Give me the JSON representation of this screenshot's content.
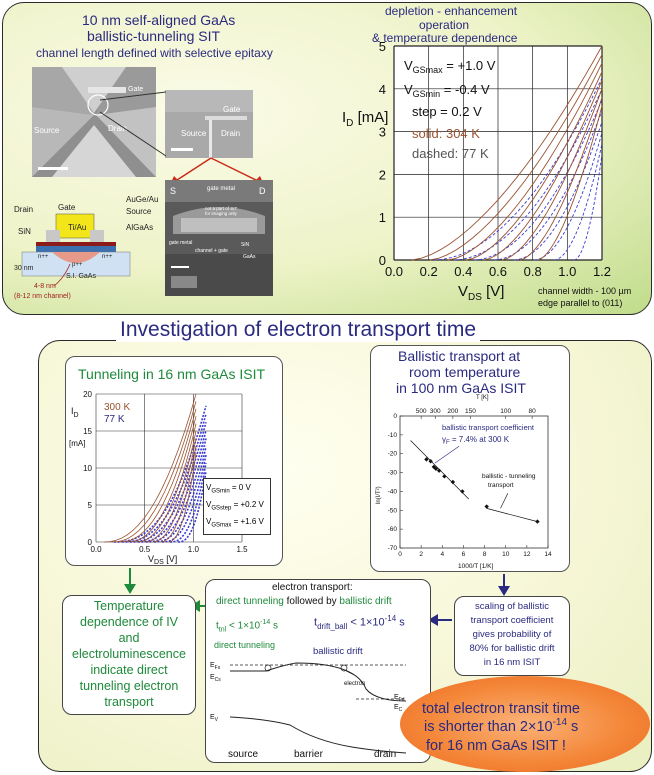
{
  "top": {
    "title_line1": "10 nm self-aligned GaAs",
    "title_line2": "ballistic-tunneling SIT",
    "title_line3": "channel length defined with selective epitaxy",
    "sem_labels": {
      "gate": "Gate",
      "source": "Source",
      "drain": "Drain",
      "s": "S",
      "d": "D",
      "gate_metal": "gate metal",
      "small_source": "Source",
      "small_drain": "Drain"
    },
    "structure": {
      "drain": "Drain",
      "gate": "Gate",
      "tiau": "Ti/Au",
      "auge": "AuGe/Au",
      "source": "Source",
      "sin": "SiN",
      "algaas": "AlGaAs",
      "n_left": "n++",
      "n_right": "n++",
      "p": "p++",
      "thick30": "30 nm",
      "si_gaas": "S.I. GaAs",
      "channel1": "4-8 nm",
      "channel2": "(8-12 nm channel)"
    },
    "sem_inner": {
      "note1": "not a part of SIT",
      "note2": "for imaging only",
      "gm": "gate metal",
      "cg": "channel + gate",
      "sin": "SiN",
      "gaas": "GaAs"
    }
  },
  "depletion": {
    "line1": "depletion - enhancement",
    "line2": "operation",
    "line3": "& temperature dependence"
  },
  "main_chart": {
    "ylabel_main": "I",
    "ylabel_sub": "D",
    "ylabel_unit": " [mA]",
    "xlabel_main": "V",
    "xlabel_sub": "DS",
    "xlabel_unit": "   [V]",
    "yticks": [
      "0",
      "1",
      "2",
      "3",
      "4",
      "5"
    ],
    "xticks": [
      "0.0",
      "0.2",
      "0.4",
      "0.6",
      "0.8",
      "1.0",
      "1.2"
    ],
    "leg_vgsmax": "V",
    "leg_vgsmax_sub": "GSmax",
    "leg_vgsmax_val": " = +1.0 V",
    "leg_vgsmin": "V",
    "leg_vgsmin_sub": "GSmin",
    "leg_vgsmin_val": " = -0.4 V",
    "leg_step": "step = 0.2 V",
    "leg_solid": "solid:  304 K",
    "leg_dashed": "dashed:  77 K",
    "note1": "channel width - 100 µm",
    "note2": "edge parallel to (011)"
  },
  "heading": "Investigation of electron transport time",
  "tunneling_chart": {
    "title": "Tunneling in 16 nm  GaAs ISIT",
    "ylabel": "I",
    "ylabel_sub": "D",
    "ylabel_unit": "[mA]",
    "yticks": [
      "0",
      "5",
      "10",
      "15",
      "20"
    ],
    "xticks": [
      "0.0",
      "0.5",
      "1.0",
      "1.5"
    ],
    "xlabel": "V",
    "xlabel_sub": "DS",
    "xlabel_unit": "  [V]",
    "t300": "300 K",
    "t77": "77 K",
    "leg1": "V",
    "leg1_sub": "GSmin",
    "leg1_val": " = 0 V",
    "leg2": "V",
    "leg2_sub": "GSstep",
    "leg2_val": " = +0.2 V",
    "leg3": "V",
    "leg3_sub": "GSmax",
    "leg3_val": " = +1.6 V"
  },
  "ballistic_chart": {
    "title1": "Ballistic transport at",
    "title2": "room temperature",
    "title3": "in 100 nm  GaAs ISIT",
    "top_axis_label": "T [K]",
    "top_ticks": [
      "500",
      "300",
      "200",
      "150",
      "100",
      "80"
    ],
    "yticks": [
      "0",
      "-10",
      "-20",
      "-30",
      "-40",
      "-50",
      "-60",
      "-70"
    ],
    "xticks": [
      "0",
      "2",
      "4",
      "6",
      "8",
      "10",
      "12",
      "14"
    ],
    "ylabel": "ln(I/T²)",
    "xlabel": "1000/T [1/K]",
    "ann1": "ballistic transport coefficient",
    "ann2": "γ",
    "ann2_sub": "F",
    "ann2_val": " = 7.4% at 300 K",
    "ann3": "ballistic - tunneling",
    "ann4": "transport"
  },
  "left_box": {
    "lines": [
      "Temperature",
      "dependence of IV",
      "and",
      "electroluminescence",
      "indicate direct",
      "tunneling electron",
      "transport"
    ]
  },
  "right_box": {
    "lines": [
      "scaling of ballistic",
      "transport coefficient",
      "gives probability of",
      "80% for ballistic drift",
      "in 16 nm ISIT"
    ]
  },
  "center_box": {
    "line1": "electron transport:",
    "line2a": "direct tunneling",
    "line2b": " followed by ",
    "line2c": "ballistic drift",
    "ttnl": "t",
    "ttnl_sub": "tnl",
    "ttnl_val": " < 1×10",
    "ttnl_exp": "-14",
    "ttnl_unit": " s",
    "tdrift": "t",
    "tdrift_sub": "drift_ball",
    "tdrift_val": " < 1×10",
    "tdrift_exp": "-14",
    "tdrift_unit": " s",
    "dt_label": "direct tunneling",
    "bd_label": "ballistic drift",
    "electron": "electron",
    "efs": "E",
    "efs_sub": "Fs",
    "ecs": "E",
    "ecs_sub": "Cs",
    "efd": "E",
    "efd_sub": "Fd",
    "ec": "E",
    "ec_sub": "C",
    "ev": "E",
    "ev_sub": "V",
    "source": "source",
    "barrier": "barrier",
    "drain": "drain"
  },
  "oval": {
    "line1": "total electron transit time",
    "line2a": "is shorter than 2×10",
    "line2_exp": "-14",
    "line2b": " s",
    "line3": "for 16 nm GaAs  ISIT !"
  },
  "colors": {
    "navy": "#2a2a80",
    "green": "#1e8a3a",
    "brown": "#9a5230",
    "blue_dash": "#3a3ad0"
  }
}
